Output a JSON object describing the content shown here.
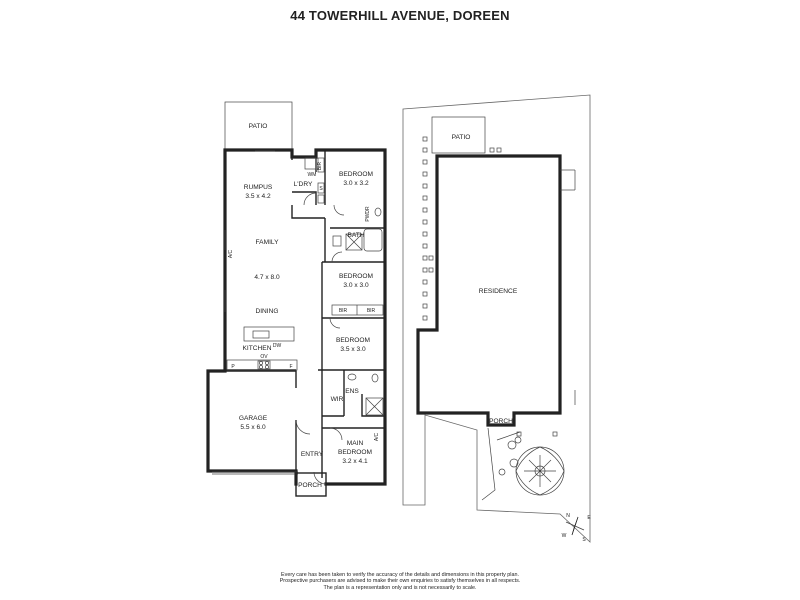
{
  "title": "44 TOWERHILL AVENUE, DOREEN",
  "rooms": {
    "patio_main": "PATIO",
    "rumpus": "RUMPUS",
    "rumpus_size": "3.5 x 4.2",
    "family": "FAMILY",
    "family_size": "4.7 x 8.0",
    "dining": "DINING",
    "kitchen": "KITCHEN",
    "laundry": "L'DRY",
    "bedroom_1": "BEDROOM",
    "bedroom_1_size": "3.0 x 3.2",
    "bath": "BATH",
    "bedroom_2": "BEDROOM",
    "bedroom_2_size": "3.0 x 3.0",
    "bedroom_3": "BEDROOM",
    "bedroom_3_size": "3.5 x 3.0",
    "garage": "GARAGE",
    "garage_size": "5.5 x 6.0",
    "entry": "ENTRY",
    "porch_main": "PORCH",
    "main_bedroom": "MAIN",
    "main_bedroom_2": "BEDROOM",
    "main_bedroom_size": "3.2 x 4.1",
    "wir": "WIR",
    "ens": "ENS",
    "patio_site": "PATIO",
    "residence": "RESIDENCE",
    "porch_site": "PORCH"
  },
  "fixtures": {
    "wm": "WM",
    "bir": "BIR",
    "s": "S",
    "bir_2": "BIR",
    "bir_3": "BIR",
    "pwdr": "PWDR",
    "ac": "A/C",
    "ac_2": "A/C",
    "dw": "DW",
    "ov": "OV",
    "pantry": "P",
    "fridge": "F"
  },
  "compass": {
    "n": "N",
    "e": "E",
    "s": "S",
    "w": "W"
  },
  "disclaimer": [
    "Every care has been taken to verify the accuracy of the details and dimensions in this property plan.",
    "Prospective purchasers are advised to make their own enquiries to satisfy themselves in all respects.",
    "The plan is a representation only and is not necessarily to scale."
  ]
}
